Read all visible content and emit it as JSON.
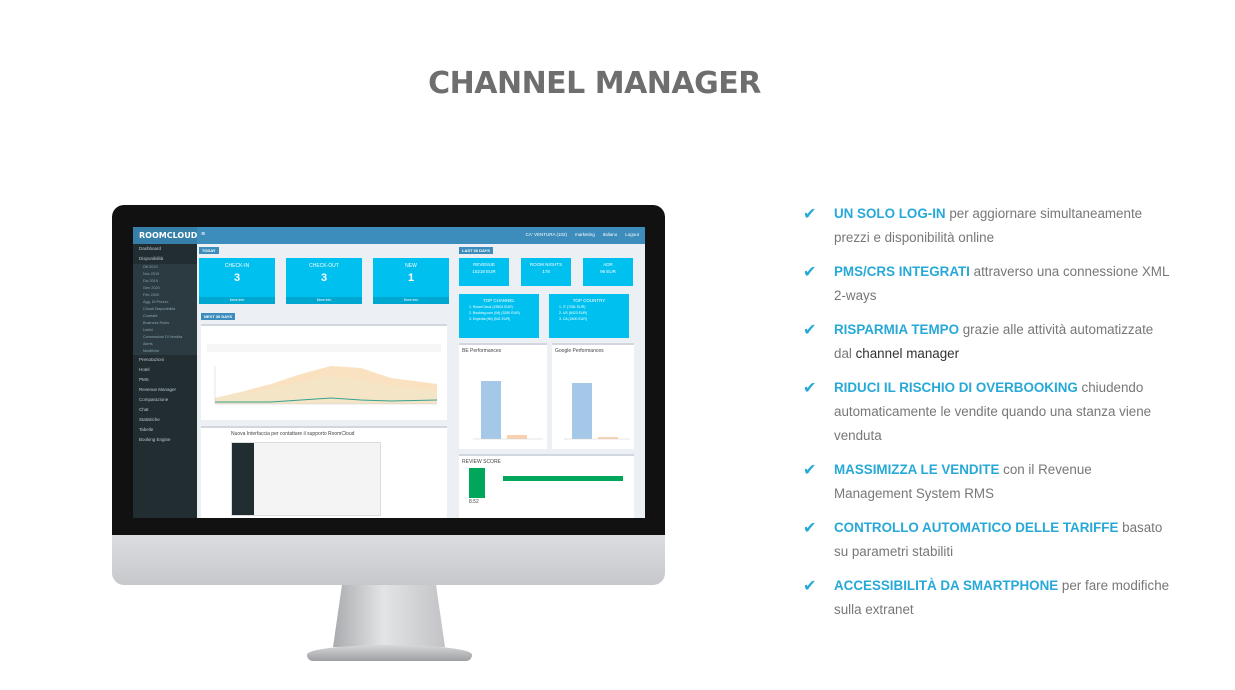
{
  "page": {
    "title": "CHANNEL MANAGER"
  },
  "features": [
    {
      "highlight": "UN SOLO LOG-IN",
      "text": " per aggiornare simultaneamente prezzi e disponibilità online",
      "dark": "",
      "tail": ""
    },
    {
      "highlight": "PMS/CRS INTEGRATI",
      "text": " attraverso una connessione XML 2-ways",
      "dark": "",
      "tail": ""
    },
    {
      "highlight": "RISPARMIA TEMPO",
      "text": " grazie alle attività automatizzate dal ",
      "dark": "channel manager",
      "tail": ""
    },
    {
      "highlight": "RIDUCI IL RISCHIO DI OVERBOOKING",
      "text": " chiudendo automaticamente le vendite quando una stanza viene venduta",
      "dark": "",
      "tail": ""
    },
    {
      "highlight": "MASSIMIZZA LE VENDITE",
      "text": " con il Revenue Management System RMS",
      "dark": "",
      "tail": ""
    },
    {
      "highlight": "CONTROLLO AUTOMATICO DELLE TARIFFE",
      "text": " basato su parametri stabiliti",
      "dark": "",
      "tail": ""
    },
    {
      "highlight": "ACCESSIBILITÀ DA SMARTPHONE",
      "text": " per fare modifiche sulla extranet",
      "dark": "",
      "tail": ""
    }
  ],
  "screen": {
    "logo": "ROOMCLOUD",
    "top_links": [
      "CA' VENTURA (102)",
      "marketing",
      "Italiano",
      "Logout"
    ],
    "sidebar": [
      "Dashboard",
      "Disponibilità"
    ],
    "sidebar_sub": [
      "Ott 2019",
      "Nov 2019",
      "Dic 2019",
      "Gen 2020",
      "Feb 2020",
      "Agg. Di Prezzo",
      "Chiudi Disponibilità",
      "Contratti",
      "Business Rules",
      "Listini",
      "Connessioni Di Vendita",
      "Alerts",
      "Modifiche"
    ],
    "sidebar_more": [
      "Prenotazioni",
      "Hotel",
      "PMS",
      "Revenue Manager",
      "Comparazione",
      "Chat",
      "Statistiche",
      "Tabelle",
      "Booking Engine"
    ],
    "today_tag": "TODAY",
    "last30_tag": "LAST 30 DAYS",
    "next30_tag": "NEXT 30 DAYS",
    "kpis": [
      {
        "label": "CHECK-IN",
        "value": "3",
        "foot": "More info"
      },
      {
        "label": "CHECK-OUT",
        "value": "3",
        "foot": "More info"
      },
      {
        "label": "NEW",
        "value": "1",
        "foot": "More info"
      }
    ],
    "kpis_small": [
      {
        "label": "REVENUE",
        "value": "15218 EUR"
      },
      {
        "label": "ROOM NIGHTS",
        "value": "178"
      },
      {
        "label": "ADR",
        "value": "96 EUR"
      }
    ],
    "top_channel": {
      "title": "TOP CHANNEL",
      "rows": [
        "1. RoomCloud (15504 EUR)",
        "2. Booking.com (IM) (3250 EUR)",
        "3. Expedia (IM) (541 EUR)"
      ]
    },
    "top_country": {
      "title": "TOP COUNTRY",
      "rows": [
        "1. IT (7281 EUR)",
        "2. US (6023 EUR)",
        "3. CA (2400 EUR)"
      ]
    },
    "be_performance": "BE Performances",
    "google_performance": "Google Performances",
    "review_title": "REVIEW SCORE",
    "review_value": "8.52",
    "news_title": "Nuova Interfaccia per contattare il supporto RoomCloud"
  }
}
